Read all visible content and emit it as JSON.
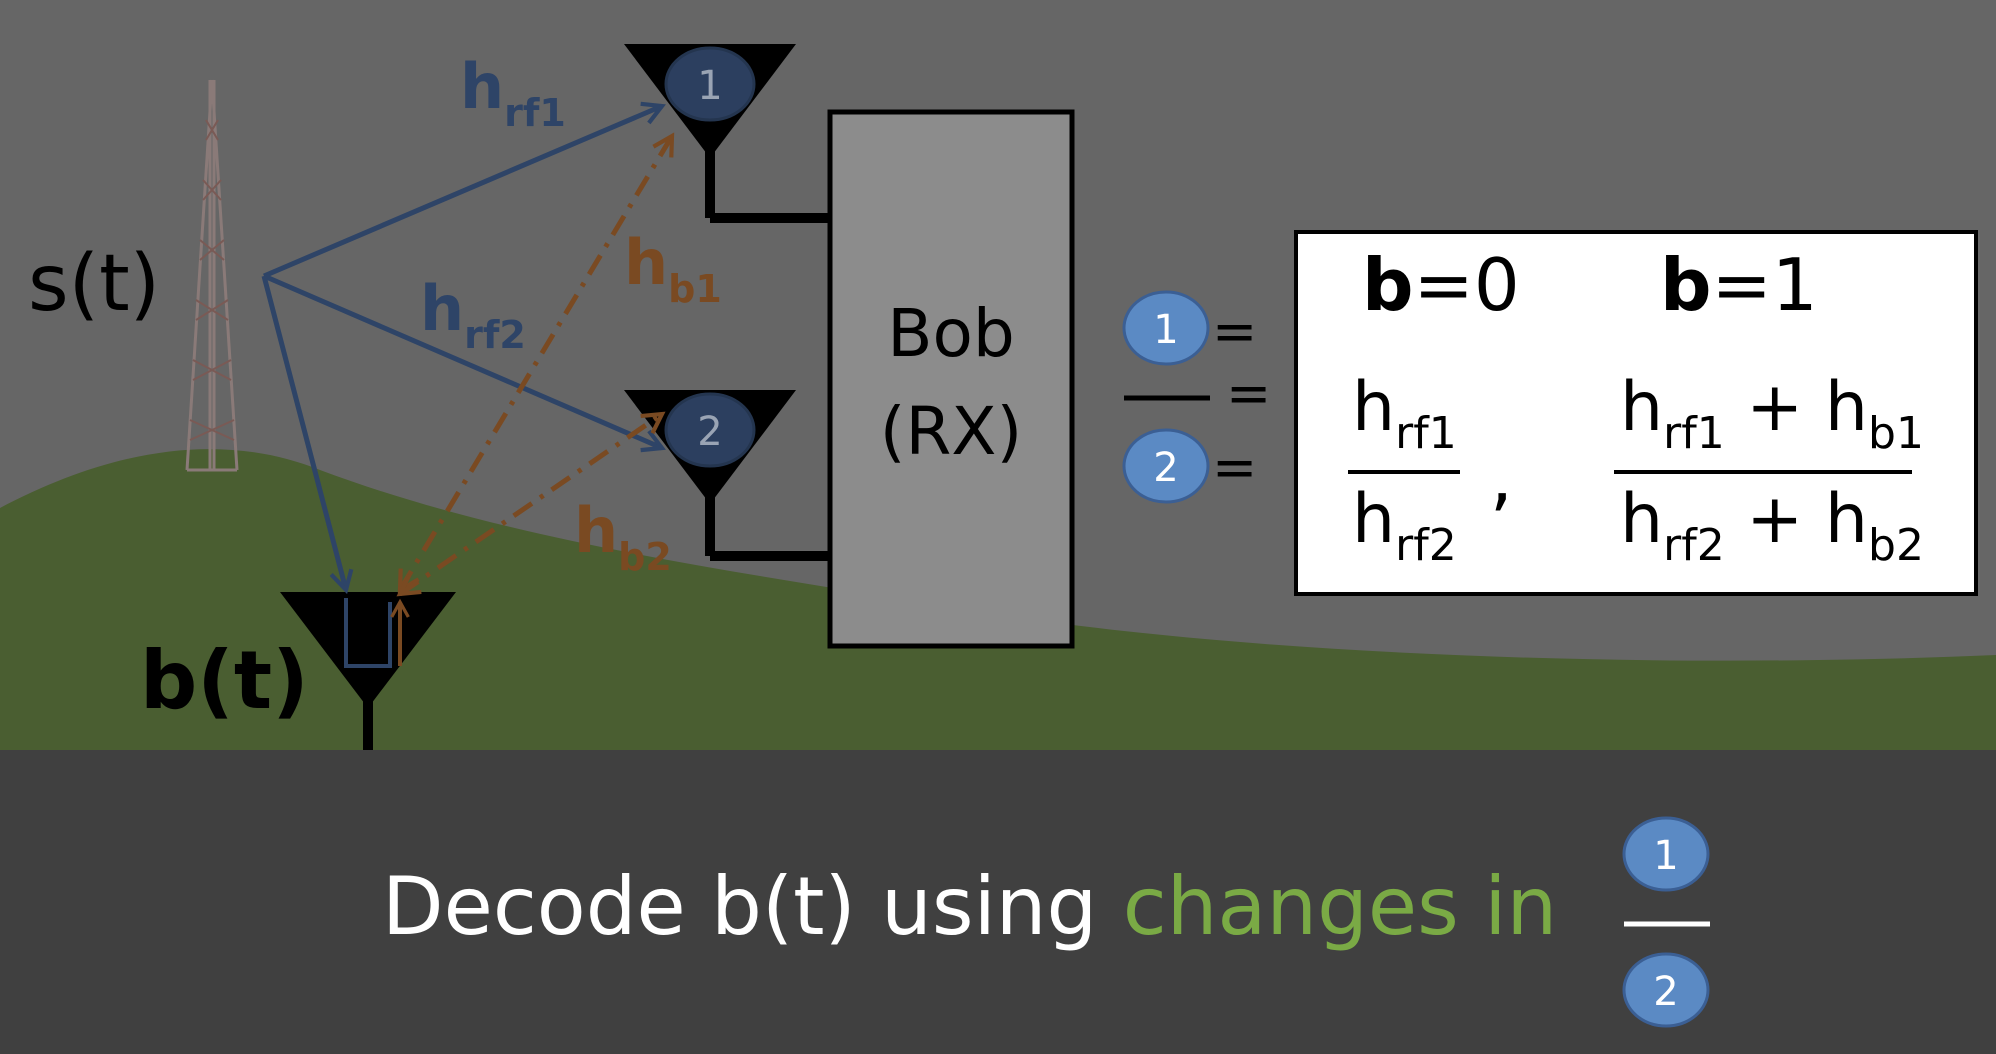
{
  "colors": {
    "sky": "#666666",
    "hill": "#4a5e31",
    "hill_dark": "#465a2e",
    "bottom_band": "#404040",
    "forward_link": "#2e4467",
    "backscatter_link": "#7a4a22",
    "badge_fill": "#5b8ac4",
    "badge_fill_dark": "#2c3f5f",
    "highlight_green": "#7aaa45"
  },
  "icons": [
    "tower-icon",
    "antenna-icon",
    "number-badge-icon"
  ],
  "labels": {
    "source": "s(t)",
    "tag": "b(t)",
    "h": "h",
    "rf1_sub": "rf1",
    "rf2_sub": "rf2",
    "b1_sub": "b1",
    "b2_sub": "b2"
  },
  "antennas": {
    "ant1": "1",
    "ant2": "2"
  },
  "receiver": {
    "line1": "Bob",
    "line2": "(RX)"
  },
  "ratio": {
    "num_badge": "1",
    "den_badge": "2",
    "eq": "="
  },
  "table": {
    "col0_bold": "b",
    "col0_rest": "=0",
    "col1_bold": "b",
    "col1_rest": "=1",
    "plus": " + ",
    "comma": ","
  },
  "caption": {
    "prefix": "Decode b(t) using ",
    "highlight": "changes in",
    "num_badge": "1",
    "den_badge": "2"
  }
}
